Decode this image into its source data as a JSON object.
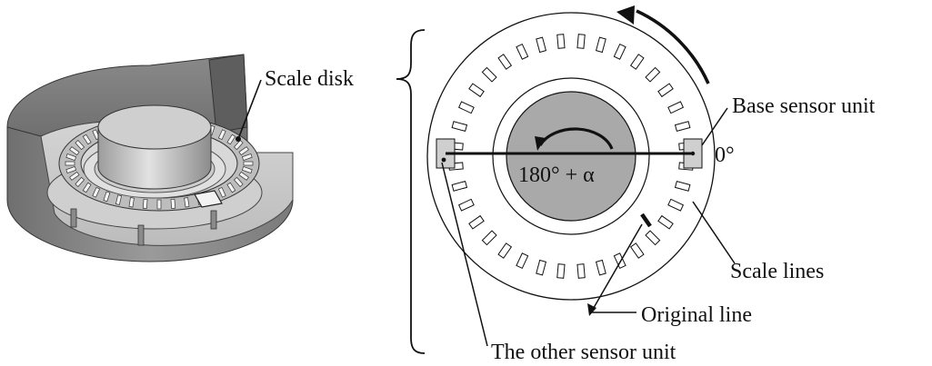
{
  "labels": {
    "scale_disk": "Scale disk",
    "base_sensor_unit": "Base sensor unit",
    "zero_deg": "0°",
    "angle": "180° + α",
    "scale_lines": "Scale lines",
    "original_line": "Original line",
    "other_sensor_unit": "The other sensor unit"
  },
  "scale_slot_count": 36,
  "colors": {
    "inner_hub_fill": "#a9a9a9",
    "line": "#111111",
    "sensor_fill": "#cfcfcf",
    "background": "#ffffff"
  }
}
